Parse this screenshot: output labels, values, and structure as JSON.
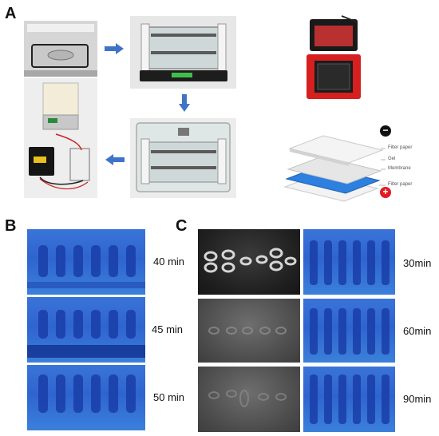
{
  "panels": {
    "a": "A",
    "b": "B",
    "c": "C"
  },
  "sandwich": {
    "filter_paper_top": "Filter paper",
    "gel": "Gel",
    "membrane": "Membrane",
    "filter_paper_bottom": "Filter paper",
    "minus": "−",
    "plus": "+"
  },
  "panel_b_times": [
    "40 min",
    "45 min",
    "50 min"
  ],
  "panel_c_times": [
    "30min",
    "60min",
    "90min"
  ],
  "colors": {
    "arrow": "#3f73c7",
    "gel_blue": "#2f64cf",
    "sheet_blue": "#2d7fe0",
    "minus_bg": "#111111",
    "plus_bg": "#e31b23"
  }
}
